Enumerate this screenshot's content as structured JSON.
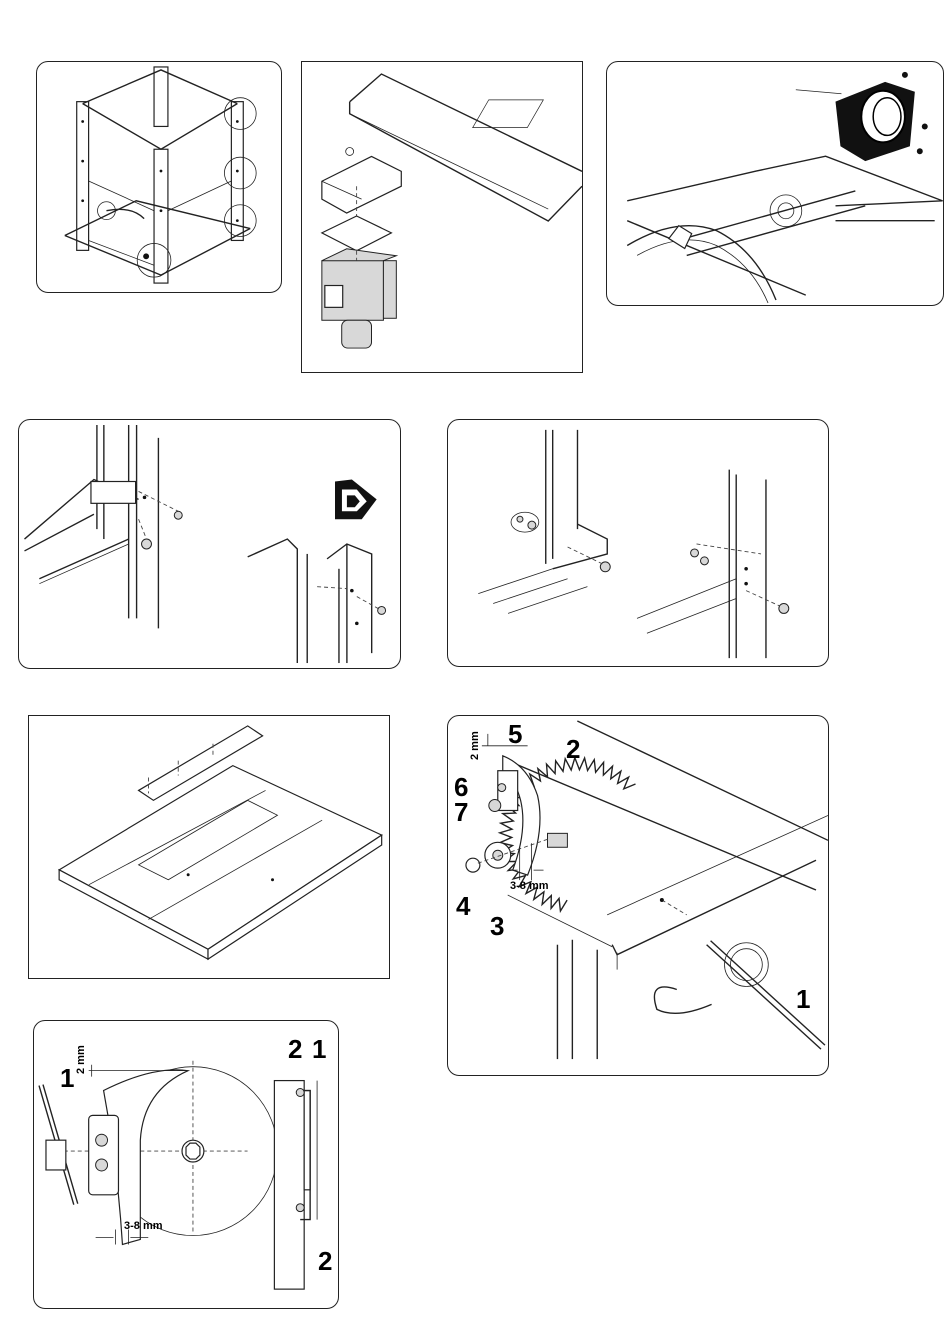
{
  "figures": {
    "fig6": {
      "label_2mm": "2 mm",
      "label_gap": "3-8 mm",
      "callouts": [
        "5",
        "2",
        "6",
        "7",
        "4",
        "3",
        "1"
      ]
    },
    "fig7": {
      "label_2mm": "2 mm",
      "label_gap": "3-8 mm",
      "callouts": [
        "1",
        "2",
        "1",
        "2"
      ]
    }
  }
}
